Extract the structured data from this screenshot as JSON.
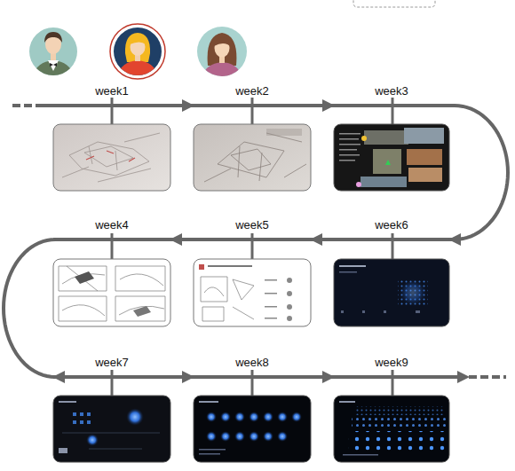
{
  "diagram": {
    "nodes": [
      {
        "text": [
          "week1"
        ]
      },
      {
        "text": [
          "week2"
        ]
      },
      {
        "text": [
          "week3"
        ]
      },
      {
        "text": [
          "week4"
        ]
      },
      {
        "text": [
          "week5"
        ]
      },
      {
        "text": [
          "week6"
        ]
      },
      {
        "text": [
          "week7"
        ]
      },
      {
        "text": [
          "week8"
        ]
      },
      {
        "text": [
          "week9"
        ]
      }
    ],
    "edges": [
      {
        "from": 0,
        "to": 1,
        "arrow": "to"
      },
      {
        "from": 1,
        "to": 2,
        "arrow": "to"
      },
      {
        "from": 2,
        "to": 5,
        "arrow": "to"
      },
      {
        "from": 5,
        "to": 4,
        "arrow": "to"
      },
      {
        "from": 4,
        "to": 3,
        "arrow": "to"
      },
      {
        "from": 3,
        "to": 6,
        "arrow": "to"
      },
      {
        "from": 6,
        "to": 7,
        "arrow": "to"
      },
      {
        "from": 7,
        "to": 8,
        "arrow": "to"
      }
    ]
  }
}
